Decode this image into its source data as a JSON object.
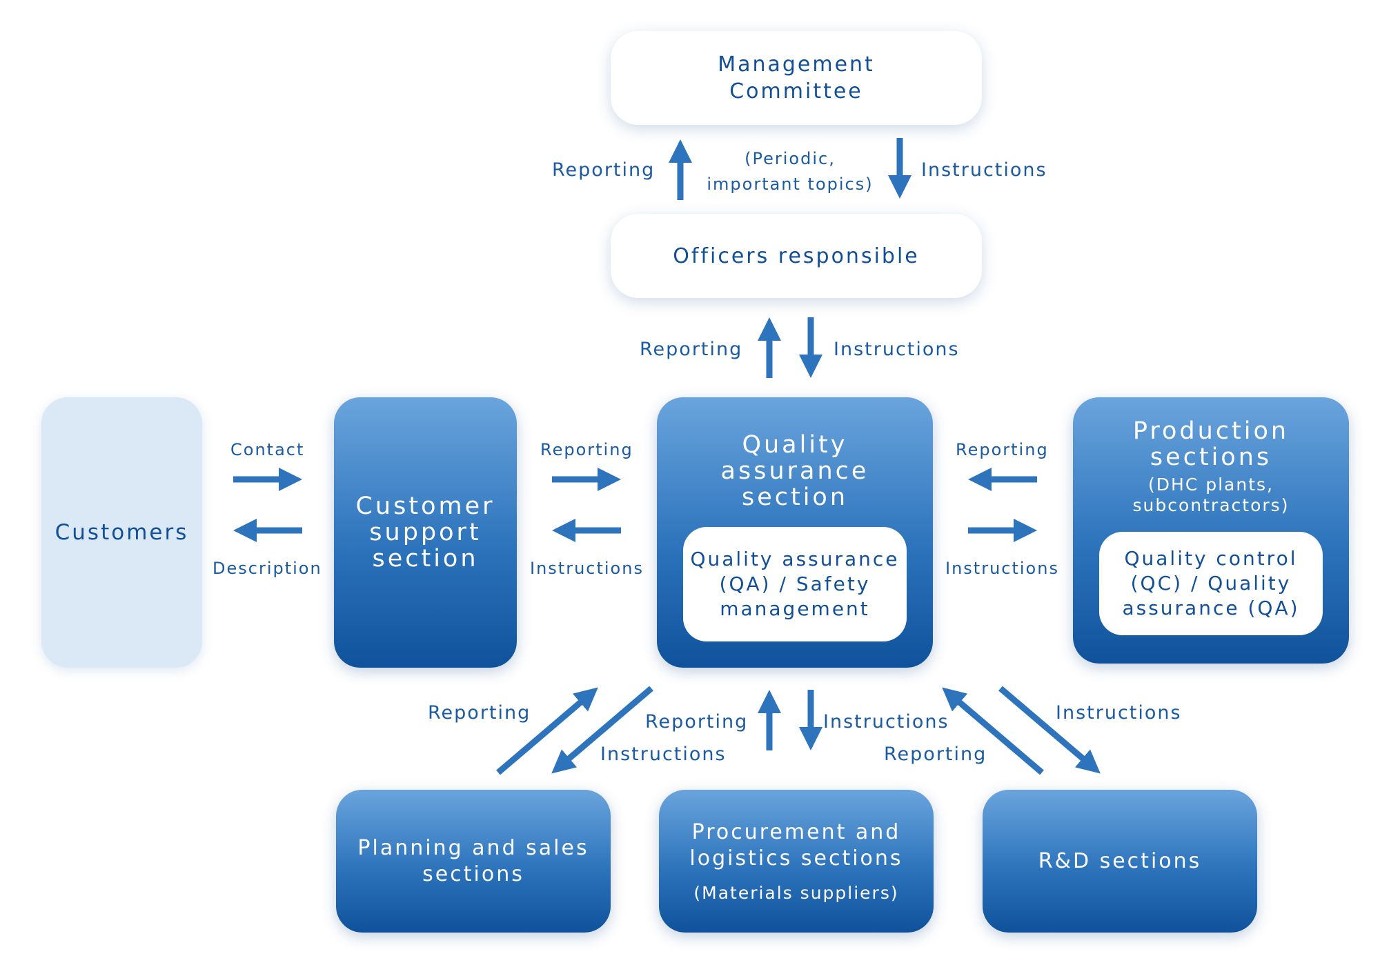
{
  "boxes": {
    "management_committee": "Management\nCommittee",
    "officers_responsible": "Officers responsible",
    "customers": "Customers",
    "customer_support": "Customer\nsupport\nsection",
    "quality_assurance": "Quality\nassurance\nsection",
    "qa_safety": "Quality assurance\n(QA) / Safety\nmanagement",
    "production": "Production\nsections",
    "production_sub": "(DHC plants,\nsubcontractors)",
    "qc_qa": "Quality control\n(QC) / Quality\nassurance (QA)",
    "planning_sales": "Planning and sales\nsections",
    "procurement": "Procurement and\nlogistics sections",
    "procurement_sub": "(Materials suppliers)",
    "rnd": "R&D sections"
  },
  "labels": {
    "top_reporting": "Reporting",
    "top_note": "(Periodic,\nimportant topics)",
    "top_instructions": "Instructions",
    "mid_reporting": "Reporting",
    "mid_instructions": "Instructions",
    "contact": "Contact",
    "description": "Description",
    "cs_reporting": "Reporting",
    "cs_instructions": "Instructions",
    "prod_reporting": "Reporting",
    "prod_instructions": "Instructions",
    "plan_reporting": "Reporting",
    "plan_instructions": "Instructions",
    "proc_reporting": "Reporting",
    "proc_instructions": "Instructions",
    "rnd_reporting": "Reporting",
    "rnd_instructions": "Instructions"
  },
  "colors": {
    "arrow": "#2d74bc",
    "text": "#114f98",
    "box_gradient_top": "#6aa4dd",
    "box_gradient_bottom": "#0f529b",
    "customers_fill": "#dbe9f7"
  }
}
